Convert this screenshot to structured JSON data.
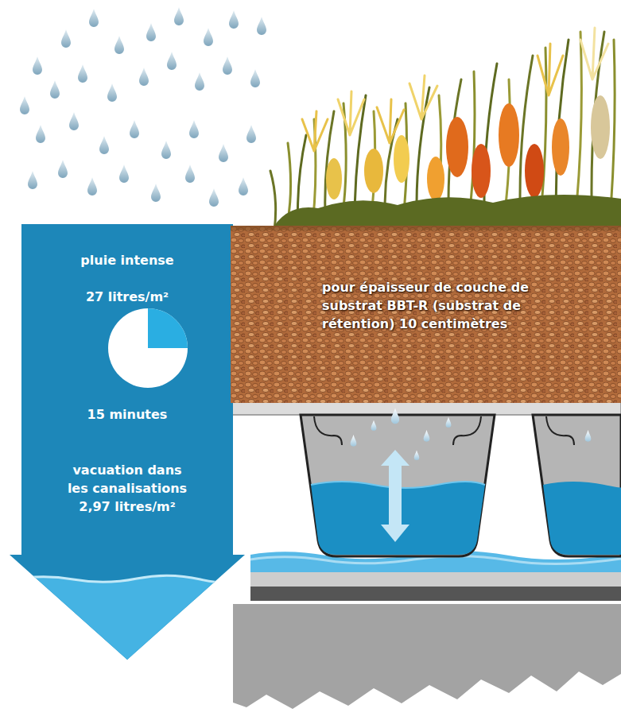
{
  "diagram": {
    "nodes": [
      {
        "text": [
          "pluie intense",
          "27 litres/m²",
          "15 minutes",
          "vacuation dans les canalisations 2,97 litres/m²"
        ]
      },
      {
        "text": [
          "pour épaisseur de couche de substrat BBT-R (substrat de rétention) 10 centimètres"
        ]
      }
    ]
  }
}
